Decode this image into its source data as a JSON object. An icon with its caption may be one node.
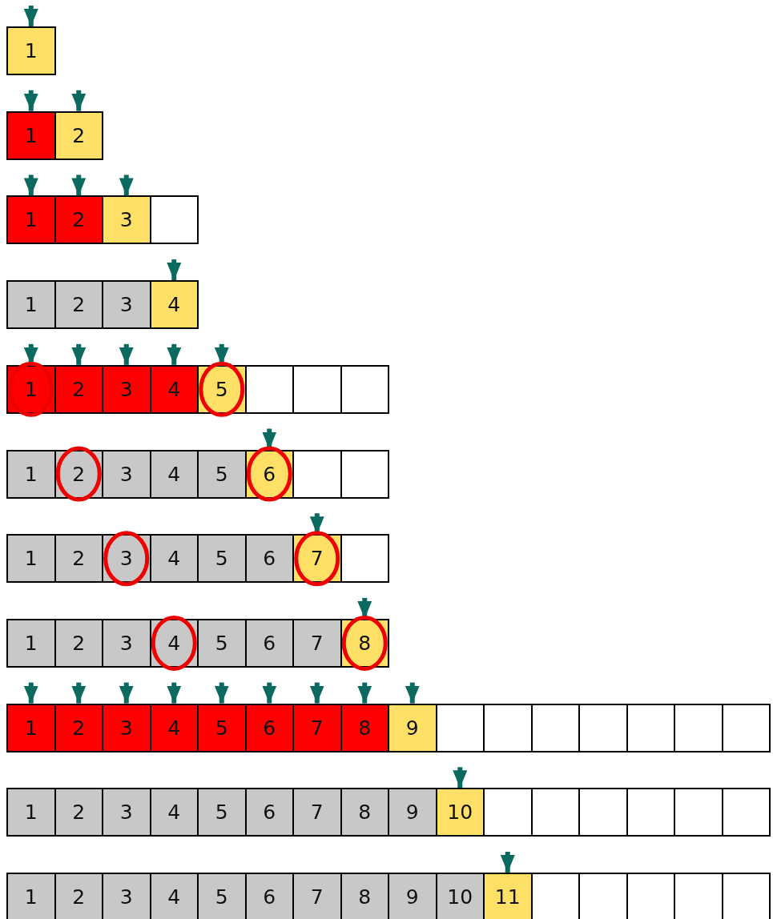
{
  "diagram": {
    "nodes": [
      {
        "text": [
          "1"
        ]
      },
      {
        "text": [
          "1"
        ]
      },
      {
        "text": [
          "2"
        ]
      },
      {
        "text": [
          "1"
        ]
      },
      {
        "text": [
          "2"
        ]
      },
      {
        "text": [
          "3"
        ]
      },
      {
        "text": [],
        "shape": "box"
      },
      {
        "text": [
          "1"
        ]
      },
      {
        "text": [
          "2"
        ]
      },
      {
        "text": [
          "3"
        ]
      },
      {
        "text": [
          "4"
        ]
      },
      {
        "text": [
          "1"
        ]
      },
      {
        "text": [
          "2"
        ]
      },
      {
        "text": [
          "3"
        ]
      },
      {
        "text": [
          "4"
        ]
      },
      {
        "text": [
          "5"
        ]
      },
      {
        "text": [],
        "shape": "box"
      },
      {
        "text": [],
        "shape": "box"
      },
      {
        "text": [],
        "shape": "box"
      },
      {
        "text": [
          "1"
        ]
      },
      {
        "text": [
          "2"
        ]
      },
      {
        "text": [
          "3"
        ]
      },
      {
        "text": [
          "4"
        ]
      },
      {
        "text": [
          "5"
        ]
      },
      {
        "text": [
          "6"
        ]
      },
      {
        "text": [],
        "shape": "box"
      },
      {
        "text": [],
        "shape": "box"
      },
      {
        "text": [
          "1"
        ]
      },
      {
        "text": [
          "2"
        ]
      },
      {
        "text": [
          "3"
        ]
      },
      {
        "text": [
          "4"
        ]
      },
      {
        "text": [
          "5"
        ]
      },
      {
        "text": [
          "6"
        ]
      },
      {
        "text": [
          "7"
        ]
      },
      {
        "text": [],
        "shape": "box"
      },
      {
        "text": [
          "1"
        ]
      },
      {
        "text": [
          "2"
        ]
      },
      {
        "text": [
          "3"
        ]
      },
      {
        "text": [
          "4"
        ]
      },
      {
        "text": [
          "5"
        ]
      },
      {
        "text": [
          "6"
        ]
      },
      {
        "text": [
          "7"
        ]
      },
      {
        "text": [
          "8"
        ]
      },
      {
        "text": [
          "1"
        ]
      },
      {
        "text": [
          "2"
        ]
      },
      {
        "text": [
          "3"
        ]
      },
      {
        "text": [
          "4"
        ]
      },
      {
        "text": [
          "5"
        ]
      },
      {
        "text": [
          "6"
        ]
      },
      {
        "text": [
          "7"
        ]
      },
      {
        "text": [
          "8"
        ]
      },
      {
        "text": [
          "9"
        ]
      },
      {
        "text": [],
        "shape": "box"
      },
      {
        "text": [],
        "shape": "box"
      },
      {
        "text": [],
        "shape": "box"
      },
      {
        "text": [],
        "shape": "box"
      },
      {
        "text": [],
        "shape": "box"
      },
      {
        "text": [],
        "shape": "box"
      },
      {
        "text": [],
        "shape": "box"
      },
      {
        "text": [
          "1"
        ]
      },
      {
        "text": [
          "2"
        ]
      },
      {
        "text": [
          "3"
        ]
      },
      {
        "text": [
          "4"
        ]
      },
      {
        "text": [
          "5"
        ]
      },
      {
        "text": [
          "6"
        ]
      },
      {
        "text": [
          "7"
        ]
      },
      {
        "text": [
          "8"
        ]
      },
      {
        "text": [
          "9"
        ]
      },
      {
        "text": [
          "10"
        ]
      },
      {
        "text": [],
        "shape": "box"
      },
      {
        "text": [],
        "shape": "box"
      },
      {
        "text": [],
        "shape": "box"
      },
      {
        "text": [],
        "shape": "box"
      },
      {
        "text": [],
        "shape": "box"
      },
      {
        "text": [],
        "shape": "box"
      },
      {
        "text": [
          "1"
        ]
      },
      {
        "text": [
          "2"
        ]
      },
      {
        "text": [
          "3"
        ]
      },
      {
        "text": [
          "4"
        ]
      },
      {
        "text": [
          "5"
        ]
      },
      {
        "text": [
          "6"
        ]
      },
      {
        "text": [
          "7"
        ]
      },
      {
        "text": [
          "8"
        ]
      },
      {
        "text": [
          "9"
        ]
      },
      {
        "text": [
          "10"
        ]
      },
      {
        "text": [
          "11"
        ]
      },
      {
        "text": [],
        "shape": "box"
      },
      {
        "text": [],
        "shape": "box"
      },
      {
        "text": [],
        "shape": "box"
      },
      {
        "text": [],
        "shape": "box"
      },
      {
        "text": [],
        "shape": "box"
      }
    ],
    "edges": [
      {
        "from": null,
        "to": 0,
        "arrow": "to"
      },
      {
        "from": null,
        "to": 1,
        "arrow": "to"
      },
      {
        "from": null,
        "to": 2,
        "arrow": "to"
      },
      {
        "from": null,
        "to": 3,
        "arrow": "to"
      },
      {
        "from": null,
        "to": 4,
        "arrow": "to"
      },
      {
        "from": null,
        "to": 5,
        "arrow": "to"
      },
      {
        "from": null,
        "to": 10,
        "arrow": "to"
      },
      {
        "from": null,
        "to": 11,
        "arrow": "to"
      },
      {
        "from": null,
        "to": 12,
        "arrow": "to"
      },
      {
        "from": null,
        "to": 13,
        "arrow": "to"
      },
      {
        "from": null,
        "to": 14,
        "arrow": "to"
      },
      {
        "from": null,
        "to": 15,
        "arrow": "to"
      },
      {
        "from": null,
        "to": 24,
        "arrow": "to"
      },
      {
        "from": null,
        "to": 33,
        "arrow": "to"
      },
      {
        "from": null,
        "to": 42,
        "arrow": "to"
      },
      {
        "from": null,
        "to": 43,
        "arrow": "to"
      },
      {
        "from": null,
        "to": 44,
        "arrow": "to"
      },
      {
        "from": null,
        "to": 45,
        "arrow": "to"
      },
      {
        "from": null,
        "to": 46,
        "arrow": "to"
      },
      {
        "from": null,
        "to": 47,
        "arrow": "to"
      },
      {
        "from": null,
        "to": 48,
        "arrow": "to"
      },
      {
        "from": null,
        "to": 49,
        "arrow": "to"
      },
      {
        "from": null,
        "to": 50,
        "arrow": "to"
      },
      {
        "from": null,
        "to": 51,
        "arrow": "to"
      },
      {
        "from": null,
        "to": 68,
        "arrow": "to"
      },
      {
        "from": null,
        "to": 85,
        "arrow": "to"
      }
    ]
  }
}
